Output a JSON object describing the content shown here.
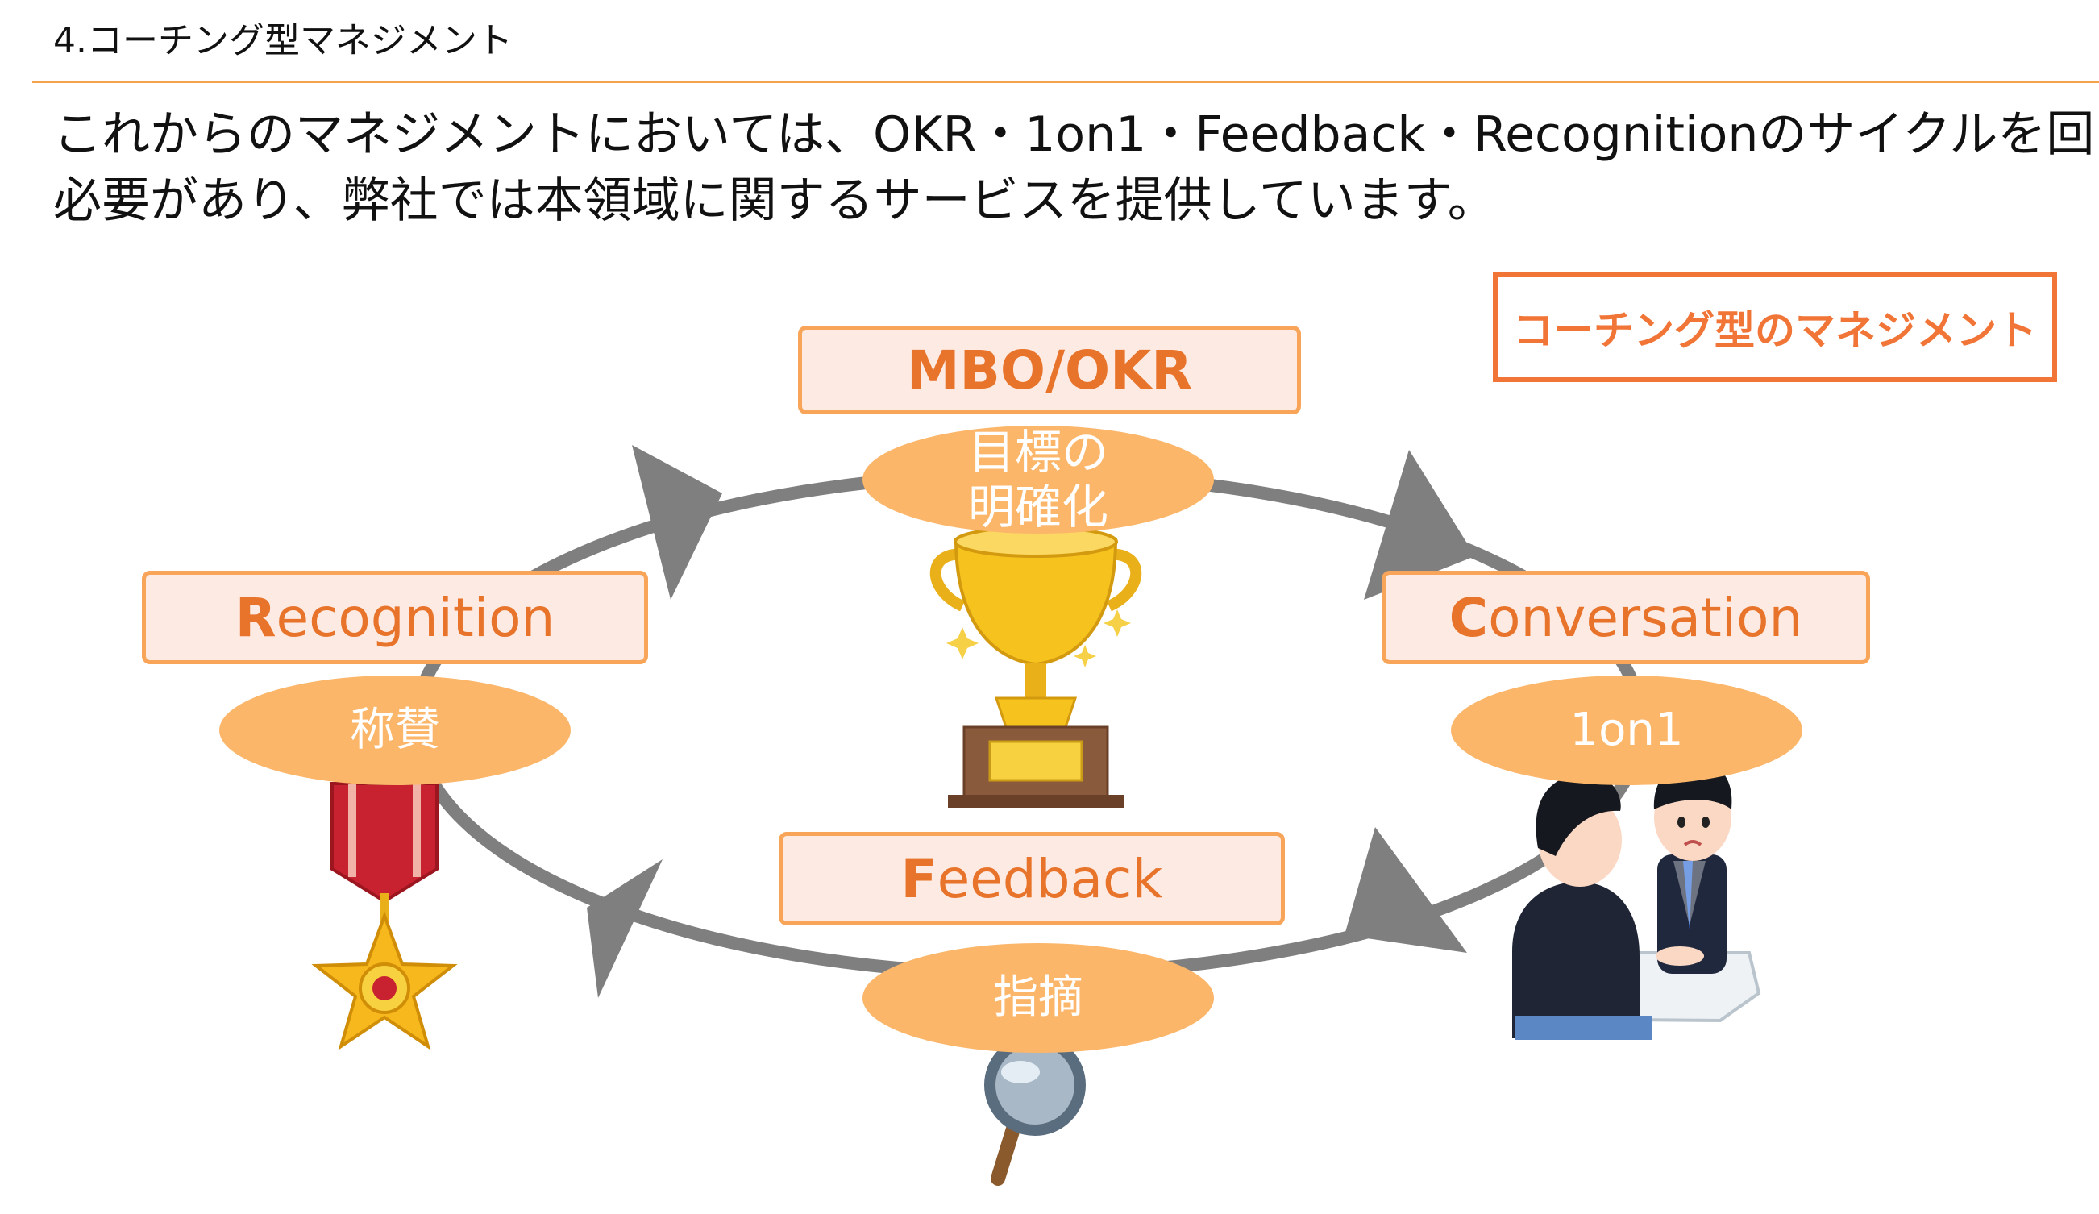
{
  "page": {
    "section_title": "4.コーチング型マネジメント",
    "lead_lines": [
      "これからのマネジメントにおいては、OKR・1on1・Feedback・Recognitionのサイクルを回す",
      "必要があり、弊社では本領域に関するサービスを提供しています。"
    ]
  },
  "style_label": "コーチング型のマネジメント",
  "cycle": {
    "okr": {
      "label": "MBO/OKR",
      "pill_lines": [
        "目標の",
        "明確化"
      ],
      "icon": "trophy-icon"
    },
    "recognition": {
      "lead_letter": "R",
      "rest": "ecognition",
      "pill": "称賛",
      "icon": "medal-icon"
    },
    "conversation": {
      "lead_letter": "C",
      "rest": "onversation",
      "pill": "1on1",
      "icon": "meeting-people-icon"
    },
    "feedback": {
      "lead_letter": "F",
      "rest": "eedback",
      "pill": "指摘",
      "icon": "magnifier-icon"
    }
  },
  "colors": {
    "accent_orange": "#f07537",
    "stage_border": "#f8a55a",
    "stage_fill": "#fdebe3",
    "pill_fill": "#fbb66a",
    "cycle_gray": "#7f7f7f",
    "title_rule": "#f5a24b"
  }
}
